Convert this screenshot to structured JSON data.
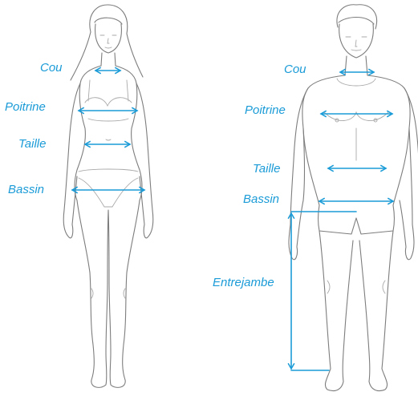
{
  "labels": {
    "female": {
      "cou": "Cou",
      "poitrine": "Poitrine",
      "taille": "Taille",
      "bassin": "Bassin"
    },
    "male": {
      "cou": "Cou",
      "poitrine": "Poitrine",
      "taille": "Taille",
      "bassin": "Bassin",
      "entrejambe": "Entrejambe"
    }
  },
  "colors": {
    "accent": "#1a9bd7",
    "outline": "#7d7d7d"
  }
}
